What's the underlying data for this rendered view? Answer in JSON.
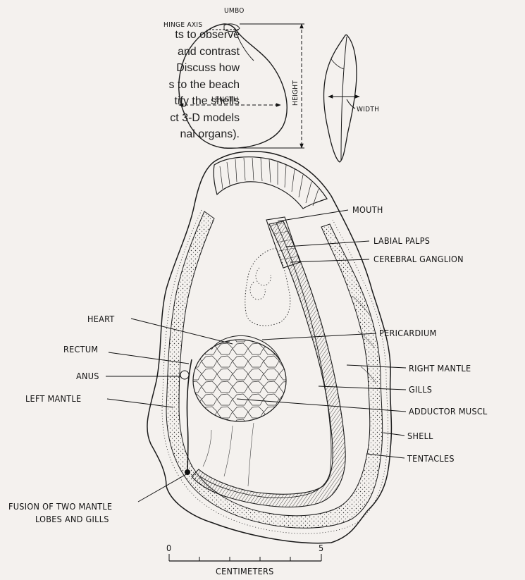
{
  "background_text": [
    "ts to observe",
    "and contrast",
    "Discuss how",
    "s to the beach",
    "tify the shells",
    "ct 3-D models",
    "nal organs)."
  ],
  "shell_views": {
    "umbo": "UMBO",
    "hinge_axis": "HINGE AXIS",
    "length": "LENGTH",
    "height": "HEIGHT",
    "width": "WIDTH"
  },
  "labels": {
    "mouth": "MOUTH",
    "labial_palps": "LABIAL PALPS",
    "cerebral_ganglion": "CEREBRAL GANGLION",
    "heart": "HEART",
    "pericardium": "PERICARDIUM",
    "rectum": "RECTUM",
    "anus": "ANUS",
    "right_mantle": "RIGHT MANTLE",
    "gills": "GILLS",
    "left_mantle": "LEFT MANTLE",
    "adductor_muscle": "ADDUCTOR MUSCL",
    "shell": "SHELL",
    "tentacles": "TENTACLES",
    "fusion_line1": "FUSION OF TWO MANTLE",
    "fusion_line2": "LOBES AND GILLS"
  },
  "scale": {
    "min": "0",
    "max": "5",
    "unit": "CENTIMETERS"
  }
}
